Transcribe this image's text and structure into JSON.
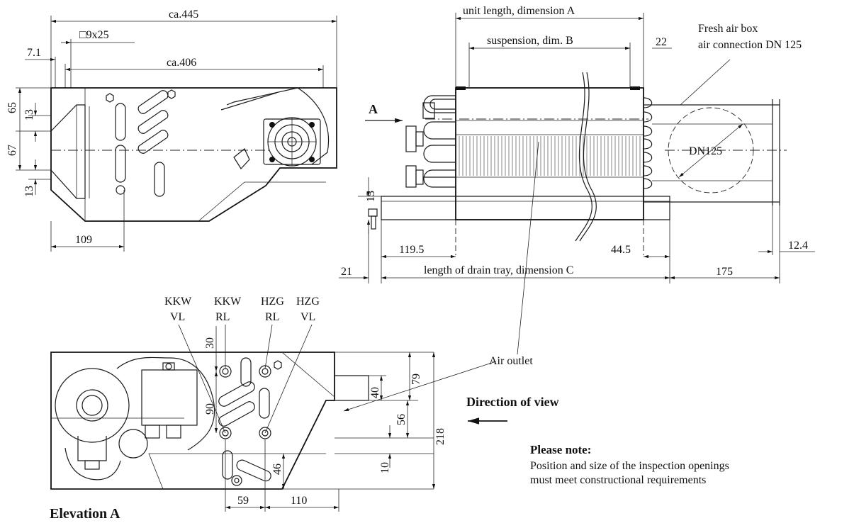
{
  "side_view": {
    "dims": {
      "overall": "ca.445",
      "opening": "□9x25",
      "flange": "7.1",
      "inner": "ca.406",
      "top": "65",
      "upper_gap": "13",
      "mid": "67",
      "lower_gap": "13",
      "base": "109"
    }
  },
  "front_view": {
    "dims": {
      "unit_length": "unit length, dimension A",
      "suspension": "suspension, dim. B",
      "right_gap": "22",
      "drain_height": "15",
      "left_offset": "119.5",
      "right_offset": "44.5",
      "drain_offset": "21",
      "drain_tray": "length of drain tray, dimension C",
      "box_length": "175",
      "box_flange": "12.4"
    },
    "view_marker": "A",
    "duct_label": "DN125",
    "fresh_air_line1": "Fresh air box",
    "fresh_air_line2": "air connection DN 125"
  },
  "elevation": {
    "title": "Elevation A",
    "connections": [
      {
        "line1": "KKW",
        "line2": "VL"
      },
      {
        "line1": "KKW",
        "line2": "RL"
      },
      {
        "line1": "HZG",
        "line2": "RL"
      },
      {
        "line1": "HZG",
        "line2": "VL"
      }
    ],
    "dims": {
      "top_offset": "30",
      "spacing": "90",
      "width_a": "59",
      "width_b": "110",
      "height": "218",
      "outlet_top": "79",
      "outlet": "40",
      "outlet_gap": "56",
      "bottom": "10",
      "lower": "46"
    }
  },
  "labels": {
    "air_outlet": "Air outlet",
    "direction": "Direction of view",
    "note_title": "Please note:",
    "note_line1": "Position and size of the inspection openings",
    "note_line2": "must meet constructional requirements"
  }
}
